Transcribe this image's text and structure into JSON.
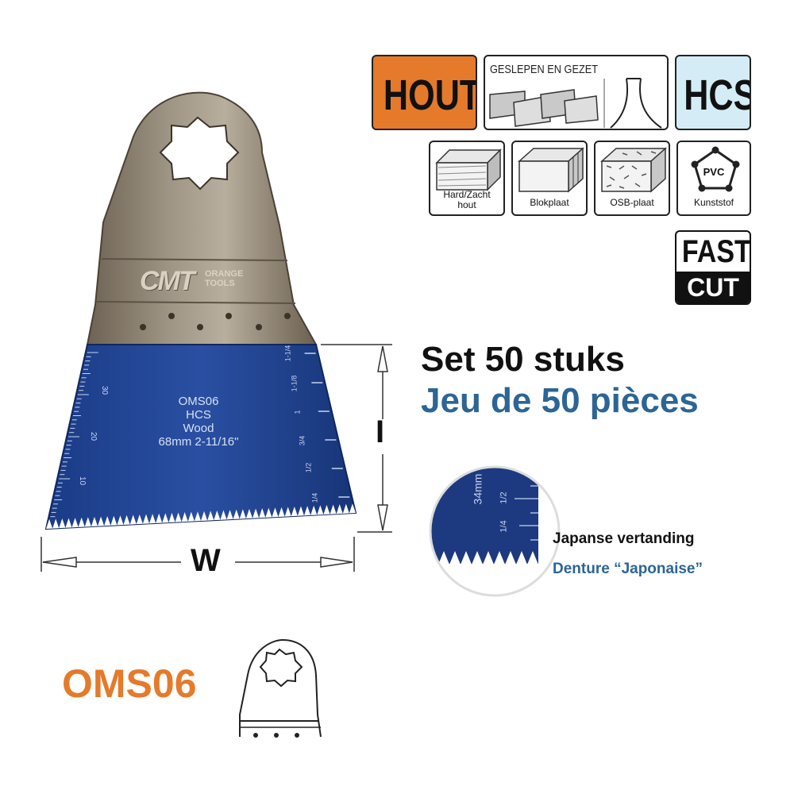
{
  "product": {
    "model": "OMS06",
    "brand": "CMT",
    "brand_sub": "ORANGE TOOLS",
    "blade_text": [
      "OMS06",
      "HCS",
      "Wood",
      "68mm  2-11/16\""
    ],
    "ruler_metric": [
      "30",
      "20",
      "10"
    ],
    "ruler_inch": [
      "1-1/4",
      "1-1/8",
      "1",
      "3/4",
      "1/2",
      "1/4"
    ]
  },
  "badges": {
    "material": "HOUT",
    "grind": "GESLEPEN EN GEZET",
    "steel": "HCS",
    "applications": [
      {
        "label": "Hard/Zacht\nhout",
        "icon": "hardwood-icon"
      },
      {
        "label": "Blokplaat",
        "icon": "blockboard-icon"
      },
      {
        "label": "OSB-plaat",
        "icon": "osb-icon"
      },
      {
        "label": "Kunststof",
        "icon": "pvc-icon",
        "icon_text": "PVC"
      }
    ],
    "speed_top": "FAST",
    "speed_bottom": "CUT"
  },
  "set": {
    "nl": "Set 50 stuks",
    "fr": "Jeu de 50 pièces"
  },
  "teeth": {
    "nl": "Japanse vertanding",
    "fr": "Denture “Japonaise”",
    "detail_depth": "34mm",
    "detail_marks": [
      "1/2",
      "1/4"
    ]
  },
  "dimensions": {
    "width_label": "W",
    "height_label": "I"
  },
  "colors": {
    "orange": "#e57a2b",
    "blue_text": "#2c6596",
    "blade_blue": "#1f3f8f",
    "hcs_bg": "#d4ecf5"
  }
}
